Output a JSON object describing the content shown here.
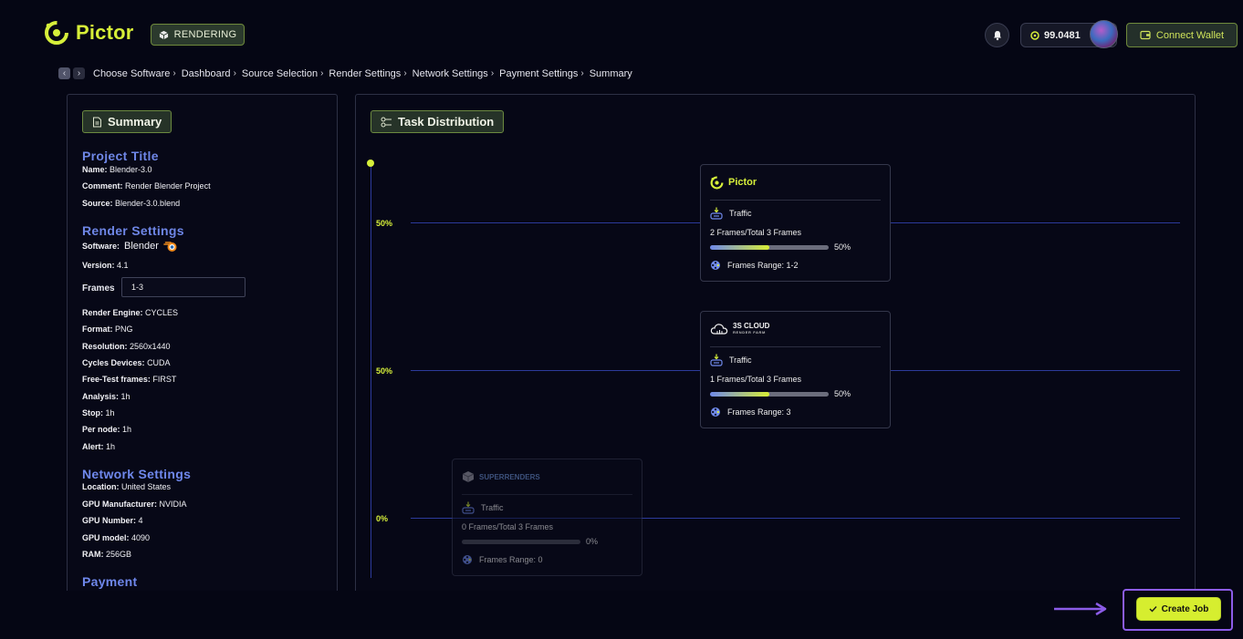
{
  "header": {
    "logo_text": "Pictor",
    "mode_badge": "RENDERING",
    "balance": "99.0481",
    "connect_wallet_label": "Connect Wallet"
  },
  "breadcrumb": [
    "Choose Software",
    "Dashboard",
    "Source Selection",
    "Render Settings",
    "Network Settings",
    "Payment Settings",
    "Summary"
  ],
  "summary": {
    "button_label": "Summary",
    "project_title": "Project Title",
    "project": [
      {
        "label": "Name:",
        "value": "Blender-3.0"
      },
      {
        "label": "Comment:",
        "value": "Render Blender Project"
      },
      {
        "label": "Source:",
        "value": "Blender-3.0.blend"
      }
    ],
    "render_settings_title": "Render Settings",
    "software_label": "Software:",
    "software_value": "Blender",
    "version_label": "Version:",
    "version_value": "4.1",
    "frames_label": "Frames",
    "frames_value": "1-3",
    "render": [
      {
        "label": "Render Engine:",
        "value": "CYCLES"
      },
      {
        "label": "Format:",
        "value": "PNG"
      },
      {
        "label": "Resolution:",
        "value": "2560x1440"
      },
      {
        "label": "Cycles Devices:",
        "value": "CUDA"
      },
      {
        "label": "Free-Test frames:",
        "value": "FIRST"
      },
      {
        "label": "Analysis:",
        "value": "1h"
      },
      {
        "label": "Stop:",
        "value": "1h"
      },
      {
        "label": "Per node:",
        "value": "1h"
      },
      {
        "label": "Alert:",
        "value": "1h"
      }
    ],
    "network_settings_title": "Network Settings",
    "network": [
      {
        "label": "Location:",
        "value": "United States"
      },
      {
        "label": "GPU Manufacturer:",
        "value": "NVIDIA"
      },
      {
        "label": "GPU Number:",
        "value": "4"
      },
      {
        "label": "GPU model:",
        "value": "4090"
      },
      {
        "label": "RAM:",
        "value": "256GB"
      }
    ],
    "payment_title": "Payment"
  },
  "task_distribution": {
    "button_label": "Task Distribution",
    "levels": [
      "50%",
      "50%",
      "0%"
    ],
    "providers": [
      {
        "name": "Pictor",
        "traffic_label": "Traffic",
        "frames_text": "2 Frames/Total 3 Frames",
        "progress": 0.5,
        "progress_text": "50%",
        "range_text": "Frames Range: 1-2"
      },
      {
        "name": "3S CLOUD",
        "subname": "RENDER FARM",
        "traffic_label": "Traffic",
        "frames_text": "1 Frames/Total 3 Frames",
        "progress": 0.5,
        "progress_text": "50%",
        "range_text": "Frames Range: 3"
      },
      {
        "name": "SUPERRENDERS",
        "traffic_label": "Traffic",
        "frames_text": "0 Frames/Total 3 Frames",
        "progress": 0,
        "progress_text": "0%",
        "range_text": "Frames Range: 0"
      }
    ]
  },
  "create_job_label": "Create Job",
  "colors": {
    "accent": "#d6ee2f",
    "title_blue": "#6e86e6",
    "highlight_purple": "#8c5ce8"
  }
}
